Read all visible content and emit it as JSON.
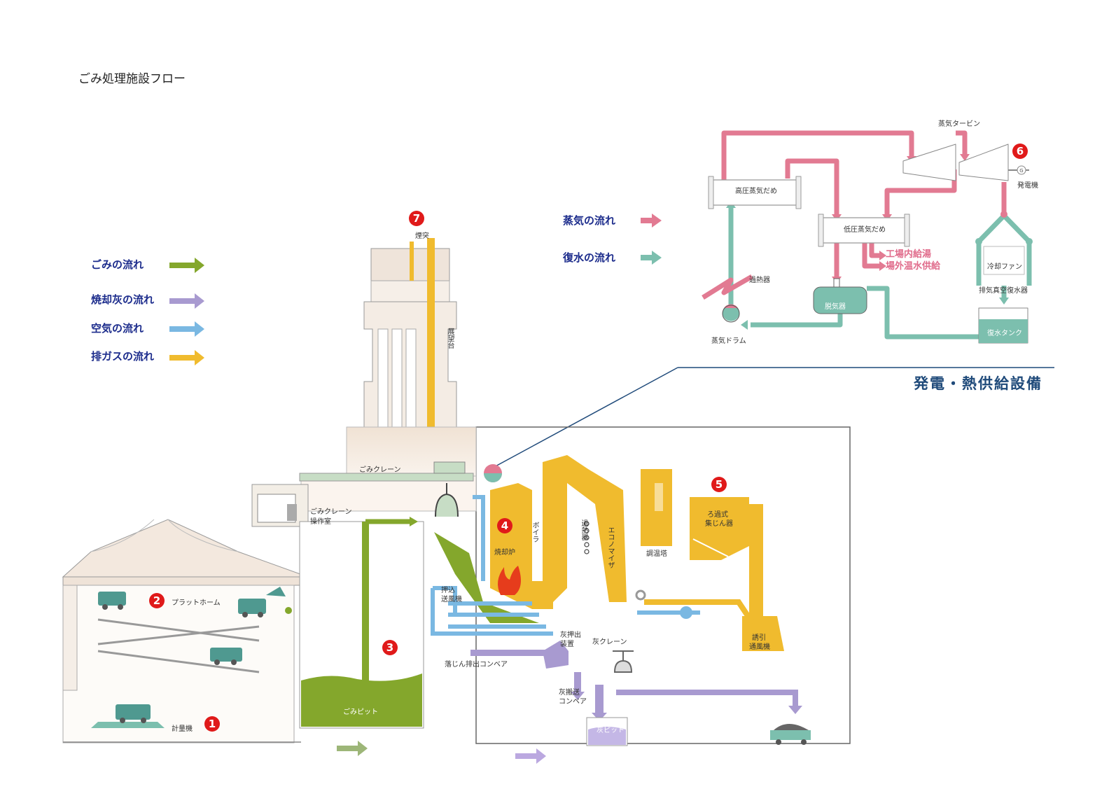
{
  "page_title": "ごみ処理施設フロー",
  "legend": [
    {
      "label": "ごみの流れ",
      "color": "#84a72c"
    },
    {
      "label": "焼却灰の流れ",
      "color": "#a89ad0"
    },
    {
      "label": "空気の流れ",
      "color": "#7ab8e2"
    },
    {
      "label": "排ガスの流れ",
      "color": "#f0bb2e"
    }
  ],
  "steam_legend": [
    {
      "label": "蒸気の流れ",
      "color": "#e27a92"
    },
    {
      "label": "復水の流れ",
      "color": "#7cbfae"
    }
  ],
  "section_title": "発電・熱供給設備",
  "power": {
    "turbine": "蒸気タービン",
    "generator": "発電機",
    "hp_header": "高圧蒸気だめ",
    "lp_header": "低圧蒸気だめ",
    "supply1": "工場内給湯",
    "supply2": "場外温水供給",
    "superheater": "過熱器",
    "deaerator": "脱気器",
    "drum": "蒸気ドラム",
    "cooling_fan": "冷却ファン",
    "condenser": "排気真空復水器",
    "condensate_tank": "復水タンク"
  },
  "plant": {
    "chimney": "煙突",
    "observatory": "展望台",
    "crane": "ごみクレーン",
    "crane_room_1": "ごみクレーン",
    "crane_room_2": "操作室",
    "platform": "プラットホーム",
    "scale": "計量機",
    "pit": "ごみピット",
    "furnace": "焼却炉",
    "boiler": "ボイラ",
    "superheater": "過熱器",
    "economizer": "エコノマイザ",
    "conditioning_tower": "調温塔",
    "bag_filter_1": "ろ過式",
    "bag_filter_2": "集じん器",
    "fan_1": "押込",
    "fan_2": "送風機",
    "ash_pusher_1": "灰押出",
    "ash_pusher_2": "装置",
    "ash_crane": "灰クレーン",
    "drop_conveyor": "落じん排出コンベア",
    "ash_conveyor_1": "灰搬送",
    "ash_conveyor_2": "コンベア",
    "ash_pit": "灰ピット",
    "induced_fan_1": "誘引",
    "induced_fan_2": "通風機"
  },
  "numbers": [
    "1",
    "2",
    "3",
    "4",
    "5",
    "6",
    "7"
  ]
}
